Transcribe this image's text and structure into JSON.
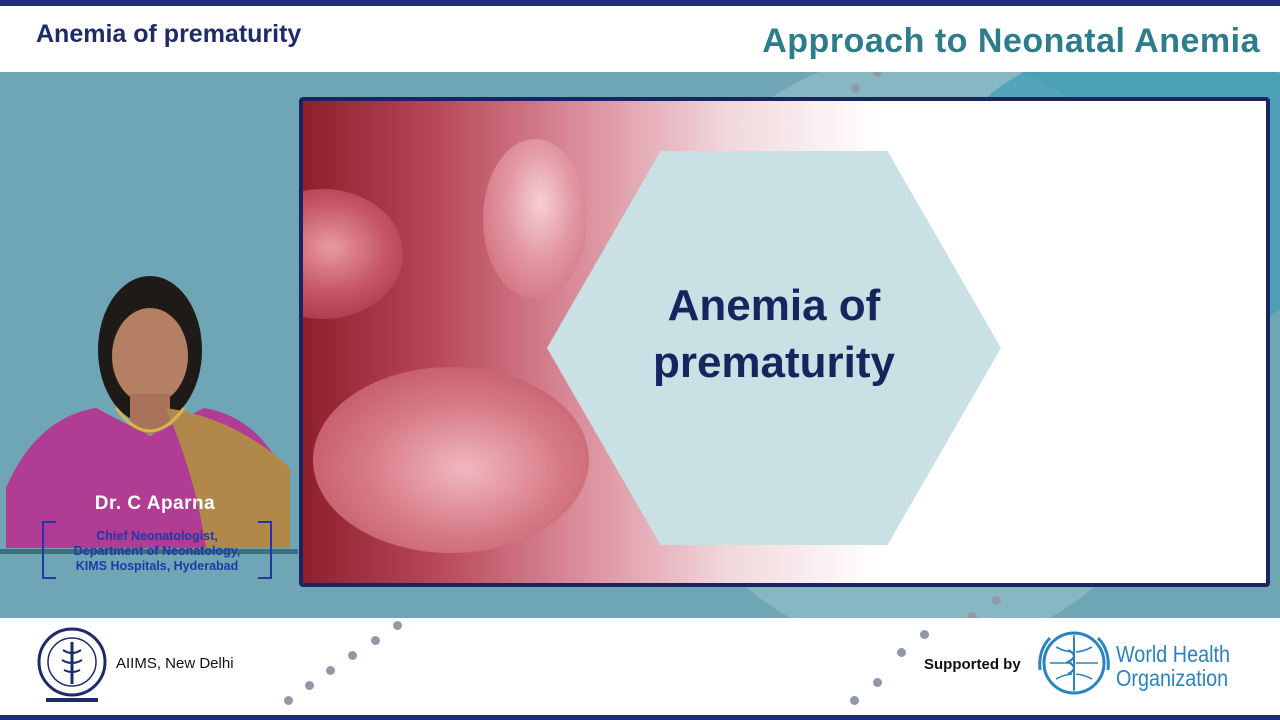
{
  "header": {
    "topic_title": "Anemia of prematurity",
    "course_title": "Approach to Neonatal Anemia"
  },
  "speaker": {
    "name": "Dr. C Aparna",
    "affiliation": [
      "Chief Neonatologist,",
      "Department of Neonatology,",
      "KIMS Hospitals, Hyderabad"
    ]
  },
  "slide": {
    "title_lines": [
      "Anemia of",
      "prematurity"
    ]
  },
  "footer": {
    "institution": "AIIMS, New Delhi",
    "supported_by": "Supported by",
    "sponsor_lines": [
      "World Health",
      "Organization"
    ]
  },
  "icons": [
    "aiims-emblem-icon",
    "who-emblem-icon"
  ],
  "colors": {
    "navy": "#1d2b6b",
    "teal_title": "#2e7d8c",
    "band": "#6fa6b6",
    "who_blue": "#2a84c4",
    "hexagon": "#c9e0e5"
  }
}
